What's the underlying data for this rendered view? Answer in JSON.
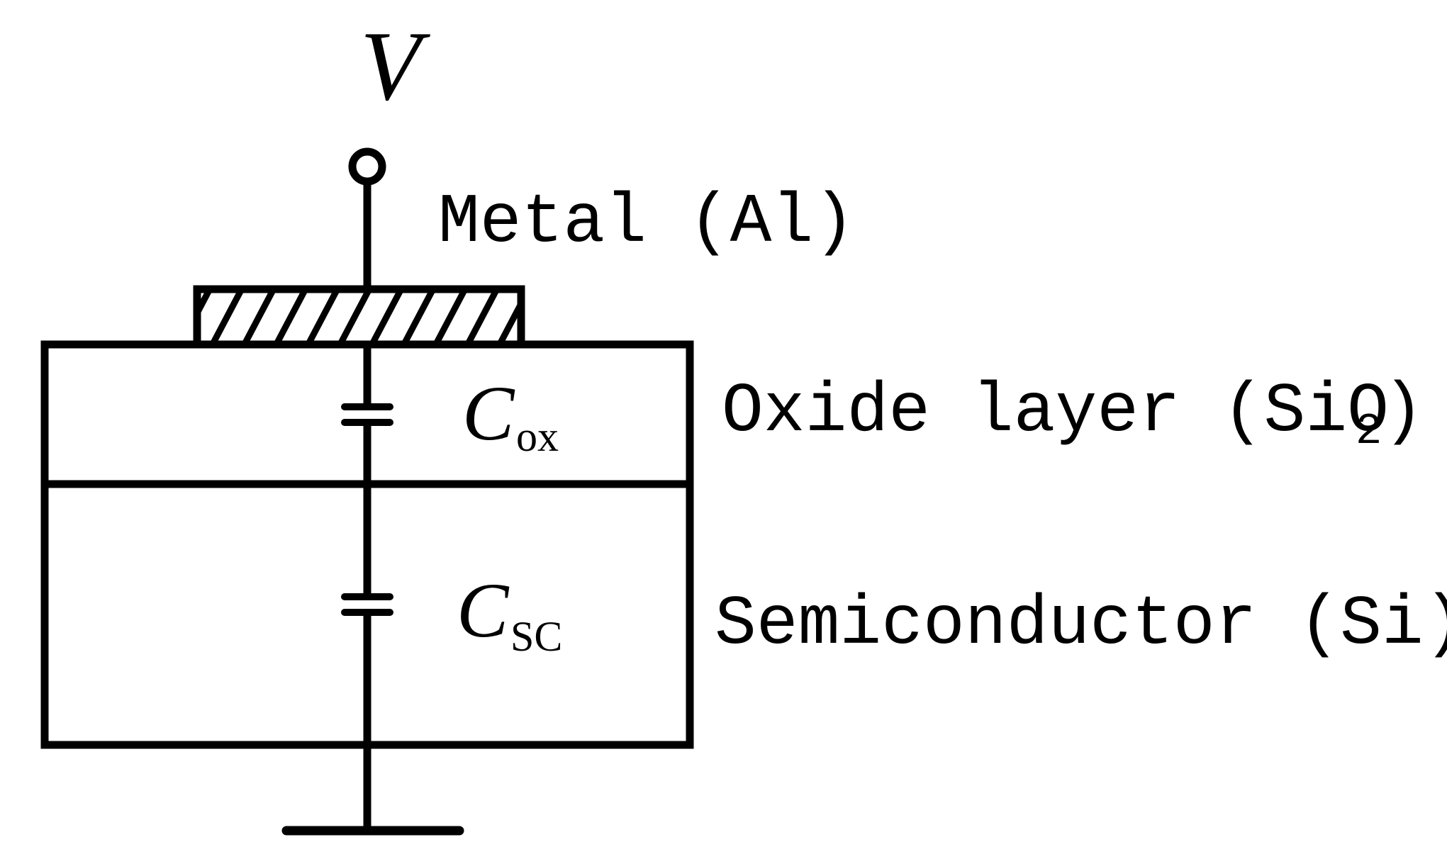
{
  "diagram": {
    "voltage_label": "V",
    "metal_label": "Metal (Al)",
    "oxide_label": "Oxide layer (SiO",
    "oxide_subscript": "2",
    "oxide_label_close": ")",
    "semiconductor_label": "Semiconductor (Si)",
    "cox_symbol": "C",
    "cox_subscript": "ox",
    "csc_symbol": "C",
    "csc_subscript": "SC"
  },
  "colors": {
    "stroke": "#000000",
    "background": "#ffffff"
  }
}
